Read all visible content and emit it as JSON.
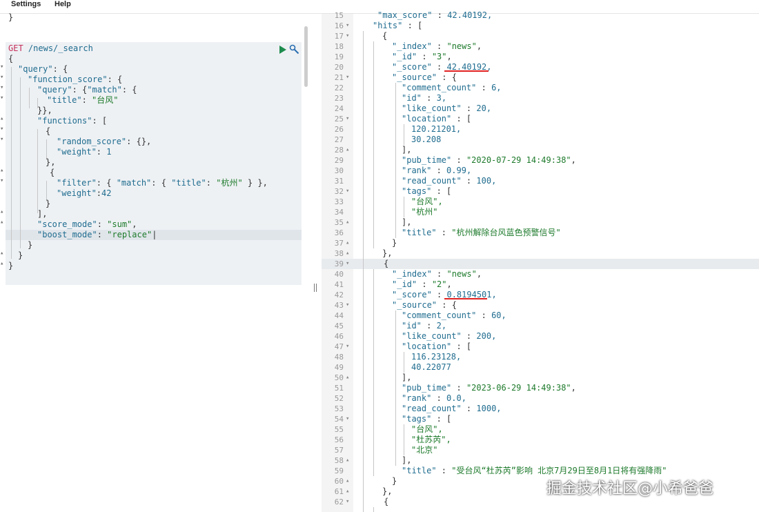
{
  "menu": {
    "settings": "Settings",
    "help": "Help"
  },
  "left": {
    "top_brace": "}",
    "method": "GET",
    "path": "/news/_search",
    "l01": "{",
    "l02_key": "\"query\"",
    "l02_p": ": {",
    "l03_key": "\"function_score\"",
    "l03_p": ": {",
    "l04_key": "\"query\"",
    "l04_p": ": {",
    "l04_key2": "\"match\"",
    "l04_p2": ": {",
    "l05_key": "\"title\"",
    "l05_p": ": ",
    "l05_val": "\"台风\"",
    "l06": "}},",
    "l07_key": "\"functions\"",
    "l07_p": ": [",
    "l08": "{",
    "l09_key": "\"random_score\"",
    "l09_p": ": {},",
    "l10_key": "\"weight\"",
    "l10_p": ": ",
    "l10_val": "1",
    "l11": "},",
    "l12": "{",
    "l13_key": "\"filter\"",
    "l13_p": ": { ",
    "l13_key2": "\"match\"",
    "l13_p2": ": { ",
    "l13_key3": "\"title\"",
    "l13_p3": ": ",
    "l13_val": "\"杭州\"",
    "l13_p4": " } },",
    "l14_key": "\"weight\"",
    "l14_p": ":",
    "l14_val": "42",
    "l15": "}",
    "l16": "],",
    "l17_key": "\"score_mode\"",
    "l17_p": ": ",
    "l17_val": "\"sum\"",
    "l17_end": ",",
    "l18_key": "\"boost_mode\"",
    "l18_p": ": ",
    "l18_val": "\"replace\"",
    "l19": "}",
    "l20": "}",
    "l21": "}"
  },
  "right": {
    "line_numbers": [
      "15",
      "16",
      "17",
      "18",
      "19",
      "20",
      "21",
      "22",
      "23",
      "24",
      "25",
      "26",
      "27",
      "28",
      "29",
      "30",
      "31",
      "32",
      "33",
      "34",
      "35",
      "36",
      "37",
      "38",
      "39",
      "40",
      "41",
      "42",
      "43",
      "44",
      "45",
      "46",
      "47",
      "48",
      "49",
      "50",
      "51",
      "52",
      "53",
      "54",
      "55",
      "56",
      "57",
      "58",
      "59",
      "60",
      "61",
      "62"
    ],
    "r15_key": "\"max_score\"",
    "r15_p": " : ",
    "r15_val": "42.40192,",
    "r16_key": "\"hits\"",
    "r16_p": " : [",
    "r17": "{",
    "r18_key": "\"_index\"",
    "r18_p": " : ",
    "r18_val": "\"news\"",
    "r18_e": ",",
    "r19_key": "\"_id\"",
    "r19_p": " : ",
    "r19_val": "\"3\"",
    "r19_e": ",",
    "r20_key": "\"_score\"",
    "r20_p": " : ",
    "r20_val": "42.40192,",
    "r21_key": "\"_source\"",
    "r21_p": " : {",
    "r22_key": "\"comment_count\"",
    "r22_p": " : ",
    "r22_val": "6,",
    "r23_key": "\"id\"",
    "r23_p": " : ",
    "r23_val": "3,",
    "r24_key": "\"like_count\"",
    "r24_p": " : ",
    "r24_val": "20,",
    "r25_key": "\"location\"",
    "r25_p": " : [",
    "r26": "120.21201,",
    "r27": "30.208",
    "r28": "],",
    "r29_key": "\"pub_time\"",
    "r29_p": " : ",
    "r29_val": "\"2020-07-29 14:49:38\"",
    "r29_e": ",",
    "r30_key": "\"rank\"",
    "r30_p": " : ",
    "r30_val": "0.99,",
    "r31_key": "\"read_count\"",
    "r31_p": " : ",
    "r31_val": "100,",
    "r32_key": "\"tags\"",
    "r32_p": " : [",
    "r33": "\"台风\",",
    "r34": "\"杭州\"",
    "r35": "],",
    "r36_key": "\"title\"",
    "r36_p": " : ",
    "r36_val": "\"杭州解除台风蓝色预警信号\"",
    "r37": "}",
    "r38": "},",
    "r39": "{",
    "r40_key": "\"_index\"",
    "r40_p": " : ",
    "r40_val": "\"news\"",
    "r40_e": ",",
    "r41_key": "\"_id\"",
    "r41_p": " : ",
    "r41_val": "\"2\"",
    "r41_e": ",",
    "r42_key": "\"_score\"",
    "r42_p": " : ",
    "r42_val": "0.8194501,",
    "r43_key": "\"_source\"",
    "r43_p": " : {",
    "r44_key": "\"comment_count\"",
    "r44_p": " : ",
    "r44_val": "60,",
    "r45_key": "\"id\"",
    "r45_p": " : ",
    "r45_val": "2,",
    "r46_key": "\"like_count\"",
    "r46_p": " : ",
    "r46_val": "200,",
    "r47_key": "\"location\"",
    "r47_p": " : [",
    "r48": "116.23128,",
    "r49": "40.22077",
    "r50": "],",
    "r51_key": "\"pub_time\"",
    "r51_p": " : ",
    "r51_val": "\"2023-06-29 14:49:38\"",
    "r51_e": ",",
    "r52_key": "\"rank\"",
    "r52_p": " : ",
    "r52_val": "0.0,",
    "r53_key": "\"read_count\"",
    "r53_p": " : ",
    "r53_val": "1000,",
    "r54_key": "\"tags\"",
    "r54_p": " : [",
    "r55": "\"台风\",",
    "r56": "\"杜苏芮\",",
    "r57": "\"北京\"",
    "r58": "],",
    "r59_key": "\"title\"",
    "r59_p": " : ",
    "r59_val": "\"受台风“杜苏芮”影响 北京7月29日至8月1日将有强降雨\"",
    "r60": "}",
    "r61": "},",
    "r62": "{"
  },
  "watermark": "掘金技术社区@小希爸爸",
  "colors": {
    "key": "#1f6c8f",
    "string": "#1d7a2b",
    "method": "#c6305a",
    "underline": "#e02020"
  },
  "icons": {
    "run": "play-triangle",
    "settings": "wrench-icon"
  }
}
